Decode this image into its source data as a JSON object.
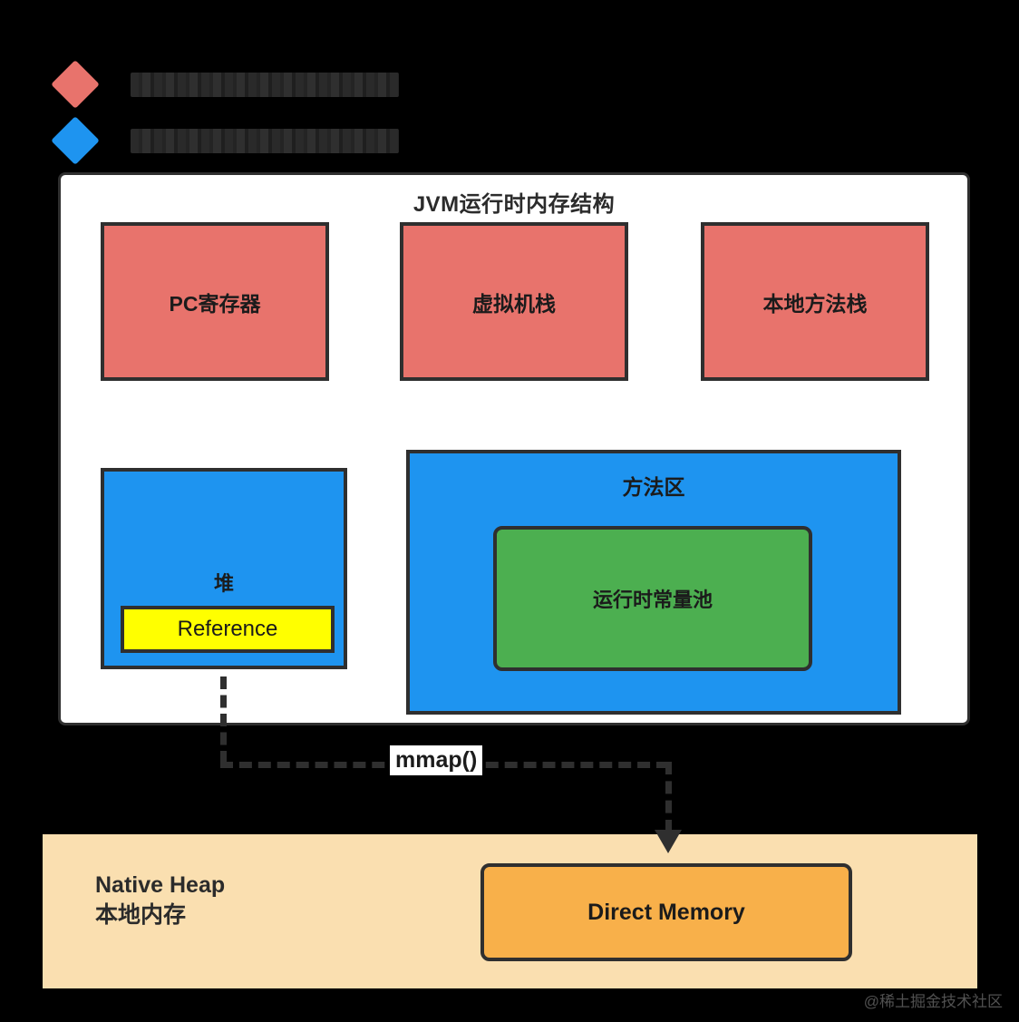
{
  "legend": {
    "items": [
      {
        "marker_color": "#E8736C",
        "marker": "red-diamond",
        "label": "",
        "redacted": true
      },
      {
        "marker_color": "#1E94F0",
        "marker": "blue-diamond",
        "label": "",
        "redacted": true
      }
    ]
  },
  "jvm": {
    "title": "JVM运行时内存结构",
    "thread_private_boxes": [
      {
        "label": "PC寄存器",
        "color": "#E8736C"
      },
      {
        "label": "虚拟机栈",
        "color": "#E8736C"
      },
      {
        "label": "本地方法栈",
        "color": "#E8736C"
      }
    ],
    "heap": {
      "label": "堆",
      "color": "#1E94F0",
      "reference": {
        "label": "Reference",
        "color": "#FFFF00"
      }
    },
    "method_area": {
      "label": "方法区",
      "color": "#1E94F0",
      "constant_pool": {
        "label": "运行时常量池",
        "color": "#4CAF50"
      }
    }
  },
  "connector": {
    "label": "mmap()"
  },
  "native": {
    "title_en": "Native Heap",
    "title_cn": "本地内存",
    "panel_color": "#FADFB0",
    "direct_memory": {
      "label": "Direct Memory",
      "color": "#F8B04A"
    }
  },
  "watermark": {
    "text": "@稀土掘金技术社区"
  }
}
